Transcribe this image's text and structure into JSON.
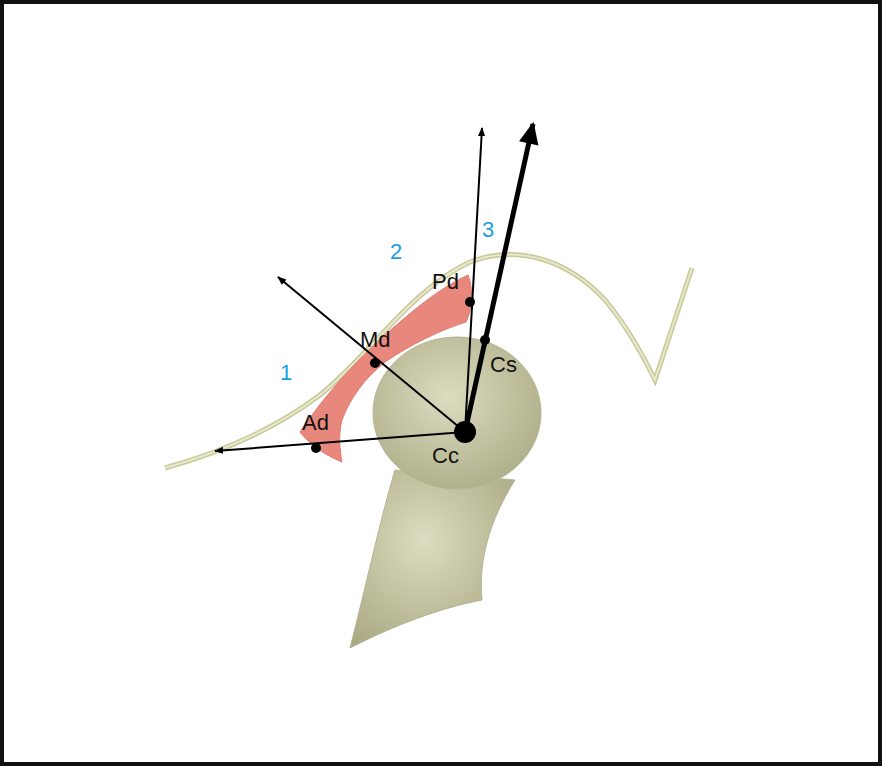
{
  "diagram": {
    "labels": [
      "2",
      "Pd",
      "3",
      "Md",
      "1",
      "Cs",
      "Ad",
      "Cc"
    ]
  }
}
